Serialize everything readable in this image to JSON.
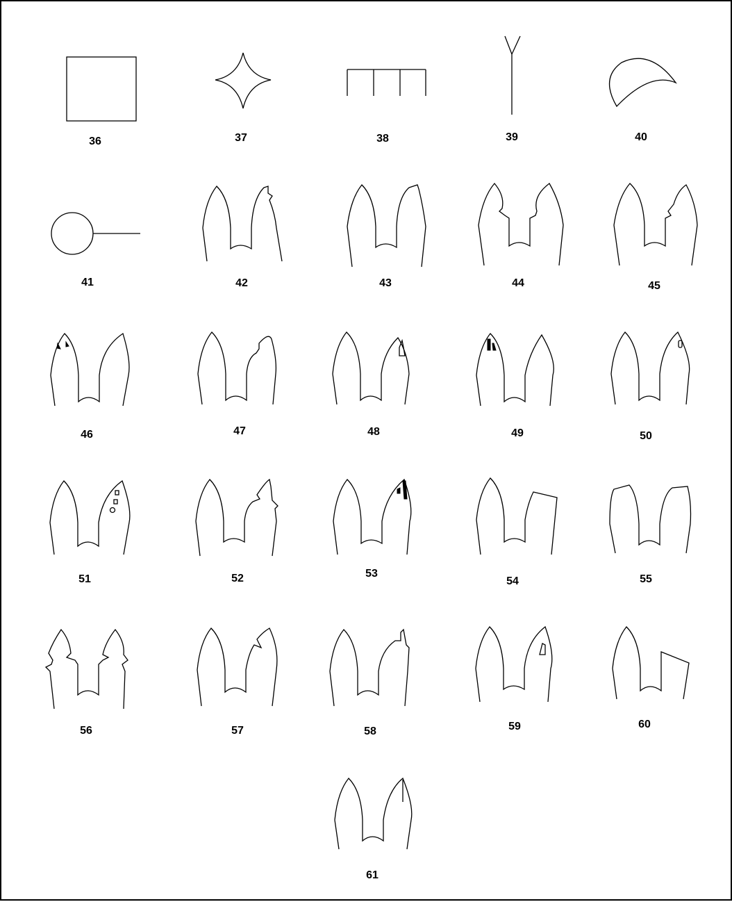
{
  "figures": [
    {
      "label": "36",
      "shape": "square"
    },
    {
      "label": "37",
      "shape": "four-point-star"
    },
    {
      "label": "38",
      "shape": "comb"
    },
    {
      "label": "39",
      "shape": "y-fork"
    },
    {
      "label": "40",
      "shape": "crescent"
    },
    {
      "label": "41",
      "shape": "circle-with-line"
    },
    {
      "label": "42",
      "shape": "tooth-pair"
    },
    {
      "label": "43",
      "shape": "tooth-pair"
    },
    {
      "label": "44",
      "shape": "tooth-pair"
    },
    {
      "label": "45",
      "shape": "tooth-pair"
    },
    {
      "label": "46",
      "shape": "tooth-pair"
    },
    {
      "label": "47",
      "shape": "tooth-pair"
    },
    {
      "label": "48",
      "shape": "tooth-pair"
    },
    {
      "label": "49",
      "shape": "tooth-pair"
    },
    {
      "label": "50",
      "shape": "tooth-pair"
    },
    {
      "label": "51",
      "shape": "tooth-pair"
    },
    {
      "label": "52",
      "shape": "tooth-pair"
    },
    {
      "label": "53",
      "shape": "tooth-pair"
    },
    {
      "label": "54",
      "shape": "tooth-pair"
    },
    {
      "label": "55",
      "shape": "tooth-pair"
    },
    {
      "label": "56",
      "shape": "tooth-pair"
    },
    {
      "label": "57",
      "shape": "tooth-pair"
    },
    {
      "label": "58",
      "shape": "tooth-pair"
    },
    {
      "label": "59",
      "shape": "tooth-pair"
    },
    {
      "label": "60",
      "shape": "tooth-pair"
    },
    {
      "label": "61",
      "shape": "tooth-pair"
    }
  ]
}
